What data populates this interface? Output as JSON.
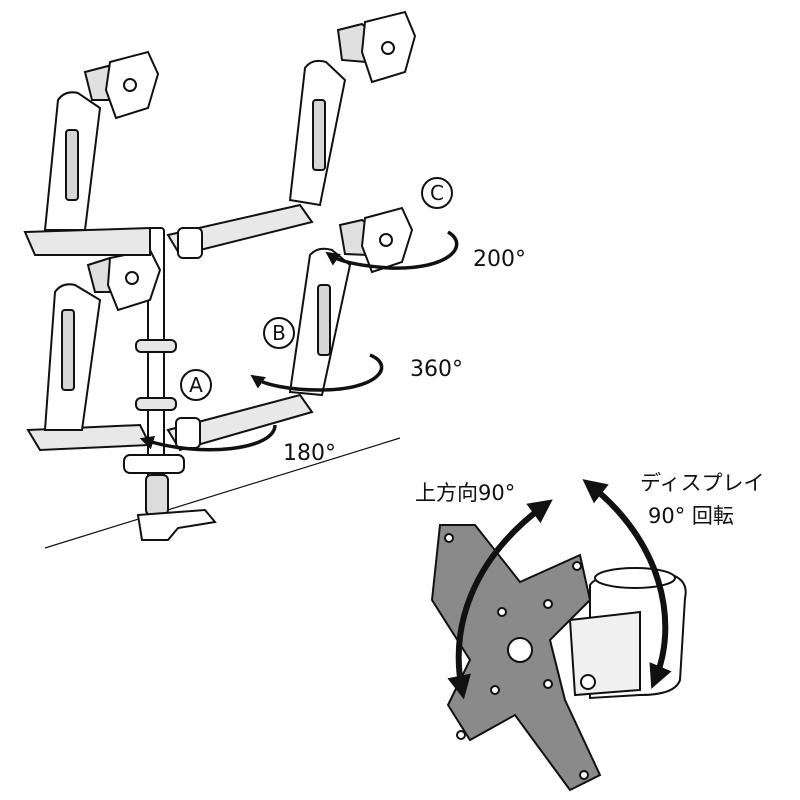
{
  "labels": {
    "a": "A",
    "b": "B",
    "c": "C",
    "rot_a": "180°",
    "rot_b": "360°",
    "rot_c": "200°",
    "tilt": "上方向90°",
    "display_rotation_1": "ディスプレイ",
    "display_rotation_2": "90° 回転"
  },
  "colors": {
    "line": "#111111",
    "plate": "#8a8a8a",
    "arm_fill": "#ffffff",
    "arm_shade": "#cfcfcf"
  }
}
